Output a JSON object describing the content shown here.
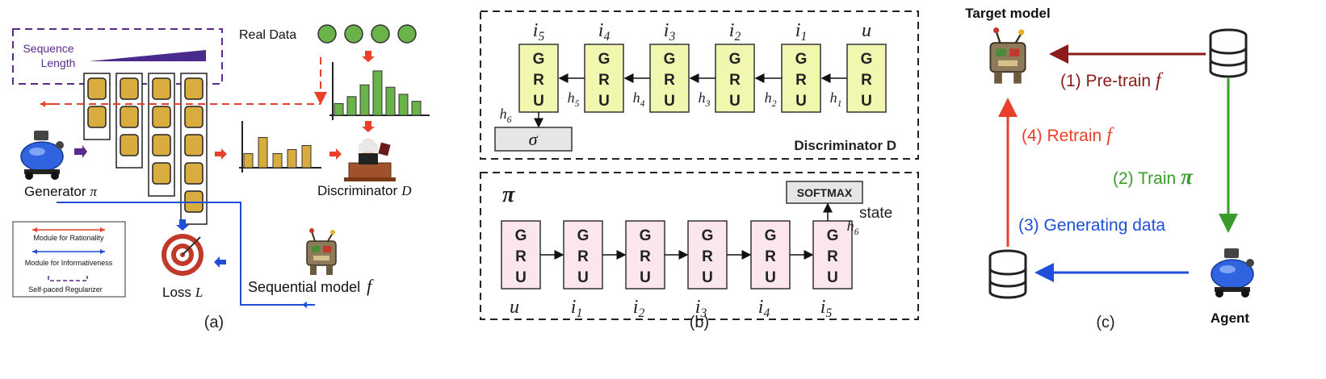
{
  "panel_a": {
    "caption": "(a)",
    "sequence_label_line1": "Sequence",
    "sequence_label_line2": "Length",
    "real_data_label": "Real Data",
    "generator_label": "Generator",
    "generator_symbol": "π",
    "discriminator_label": "Discriminator",
    "discriminator_symbol": "D",
    "loss_label": "Loss",
    "loss_symbol": "L",
    "sequential_model_label": "Sequential model",
    "sequential_model_symbol": "f",
    "legend": {
      "rationality": "Module for Rationality",
      "informativeness": "Module for Informativeness",
      "regularizer": "Self-paced Regularizer"
    },
    "real_histogram": [
      0.25,
      0.4,
      0.65,
      0.95,
      0.6,
      0.45,
      0.3
    ],
    "fake_histogram": [
      0.35,
      0.75,
      0.35,
      0.45,
      0.55
    ],
    "colors": {
      "rationality": "#e8402a",
      "informativeness": "#1f4fd8",
      "regularizer": "#5b2b8c",
      "token_fill": "#d9ac3f",
      "real_bar": "#6ab24a",
      "fake_bar": "#d9ac3f"
    }
  },
  "panel_b": {
    "caption": "(b)",
    "gru": [
      "G",
      "R",
      "U"
    ],
    "discriminator_title": "Discriminator D",
    "disc_inputs": [
      "u",
      "i1",
      "i2",
      "i3",
      "i4",
      "i5"
    ],
    "disc_hidden": [
      "h1",
      "h2",
      "h3",
      "h4",
      "h5",
      "h6"
    ],
    "sigma": "σ",
    "policy_label": "π",
    "softmax_label": "SOFTMAX",
    "state_label": "state",
    "policy_inputs": [
      "u",
      "i1",
      "i2",
      "i3",
      "i4",
      "i5"
    ],
    "colors": {
      "disc_gru": "#f2f7b0",
      "policy_gru": "#fbe6ee"
    }
  },
  "panel_c": {
    "caption": "(c)",
    "target_model_label": "Target model",
    "agent_label": "Agent",
    "step1": "(1) Pre-train",
    "step2": "(2) Train",
    "step3": "(3) Generating data",
    "step4": "(4) Retrain",
    "f_symbol": "f",
    "pi_symbol": "π",
    "colors": {
      "step1": "#8b1a1a",
      "step2": "#3a9a2a",
      "step3": "#1f4fd8",
      "step4": "#e8402a"
    }
  }
}
